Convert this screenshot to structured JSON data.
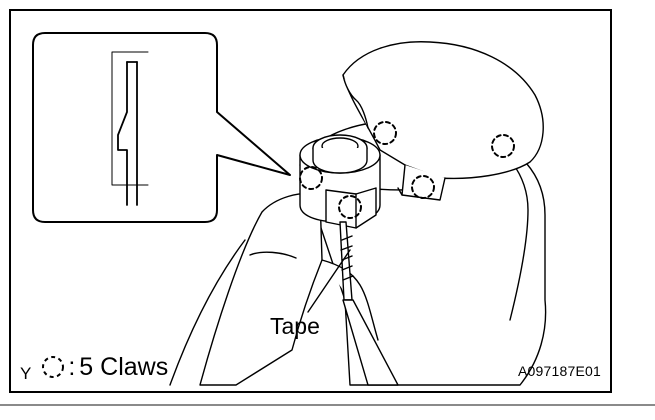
{
  "figure": {
    "legend": {
      "prefix": "Y",
      "separator": ":",
      "text": "5 Claws"
    },
    "callout_tape": "Tape",
    "figure_code": "A097187E01"
  }
}
